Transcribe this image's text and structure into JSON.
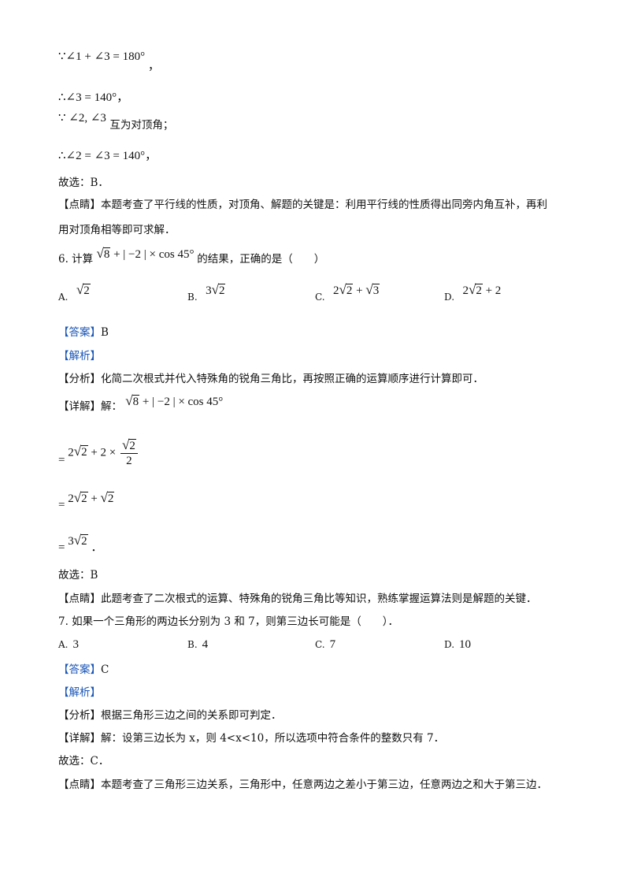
{
  "steps_q5": {
    "l1": "∵∠1 + ∠3 = 180°",
    "l1_comma": "，",
    "l2": "∴∠3 = 140°，",
    "l3_math": "∵ ∠2, ∠3",
    "l3_text": "互为对顶角；",
    "l4": "∴∠2 = ∠3 = 140°，",
    "choice": "故选：B．",
    "dianjing_tag": "【点睛】",
    "dianjing_1": "本题考查了平行线的性质，对顶角、解题的关键是：利用平行线的性质得出同旁内角互补，再利",
    "dianjing_2": "用对顶角相等即可求解．"
  },
  "q6": {
    "prefix": "6. 计算",
    "expr_rad": "8",
    "expr_rest": "+ | −2 | × cos 45°",
    "suffix": "的结果，正确的是（　　）",
    "options": [
      {
        "letter": "A.",
        "coef": "",
        "rad": "2",
        "tail": ""
      },
      {
        "letter": "B.",
        "coef": "3",
        "rad": "2",
        "tail": ""
      },
      {
        "letter": "C.",
        "coef": "2",
        "rad": "2",
        "tail": "+ ",
        "rad2": "3"
      },
      {
        "letter": "D.",
        "coef": "2",
        "rad": "2",
        "tail": "+ 2"
      }
    ],
    "answer_tag": "【答案】",
    "answer": "B",
    "jiexi_tag": "【解析】",
    "fenxi_tag": "【分析】",
    "fenxi": "化简二次根式并代入特殊角的锐角三角比，再按照正确的运算顺序进行计算即可．",
    "xiangjie_tag": "【详解】",
    "xiangjie_lead": "解：",
    "step1_eq": "=",
    "step1_coef": "2",
    "step1_rad": "2",
    "step1_mid": "+ 2 ×",
    "step1_num_rad": "2",
    "step1_den": "2",
    "step2_eq": "=",
    "step2_coef": "2",
    "step2_rad": "2",
    "step2_plus": "+",
    "step2_rad2": "2",
    "step3_eq": "=",
    "step3_coef": "3",
    "step3_rad": "2",
    "step3_dot": "．",
    "choice": "故选：B",
    "dianjing_tag": "【点睛】",
    "dianjing": "此题考查了二次根式的运算、特殊角的锐角三角比等知识，熟练掌握运算法则是解题的关键．"
  },
  "q7": {
    "stem": "7. 如果一个三角形的两边长分别为 3 和 7，则第三边长可能是（　　）．",
    "options": [
      {
        "letter": "A.",
        "value": "3"
      },
      {
        "letter": "B.",
        "value": "4"
      },
      {
        "letter": "C.",
        "value": "7"
      },
      {
        "letter": "D.",
        "value": "10"
      }
    ],
    "answer_tag": "【答案】",
    "answer": "C",
    "jiexi_tag": "【解析】",
    "fenxi_tag": "【分析】",
    "fenxi": "根据三角形三边之间的关系即可判定．",
    "xiangjie_tag": "【详解】",
    "xiangjie": "解：设第三边长为 x，则 4<x<10，所以选项中符合条件的整数只有 7．",
    "choice": "故选：C．",
    "dianjing_tag": "【点睛】",
    "dianjing": "本题考查了三角形三边关系，三角形中，任意两边之差小于第三边，任意两边之和大于第三边．"
  }
}
